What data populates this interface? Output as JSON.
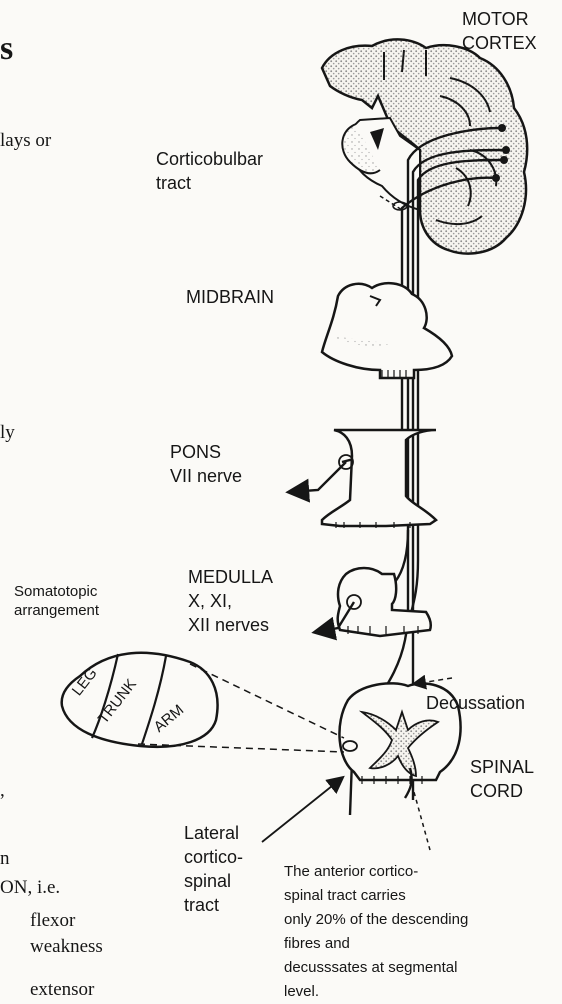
{
  "left_column": {
    "heading_fragment": "s",
    "lines": [
      "lays or",
      "ly",
      ",",
      "n",
      "ON, i.e.",
      "flexor",
      "weakness",
      "extensor"
    ]
  },
  "labels": {
    "motor_cortex": [
      "MOTOR",
      "CORTEX"
    ],
    "corticobulbar": [
      "Corticobulbar",
      "tract"
    ],
    "midbrain": "MIDBRAIN",
    "pons": [
      "PONS",
      "VII nerve"
    ],
    "medulla": [
      "MEDULLA",
      "X, XI,",
      "XII nerves"
    ],
    "somatotopic": [
      "Somatotopic",
      "arrangement"
    ],
    "somatotopic_regions": [
      "LEG",
      "TRUNK",
      "ARM"
    ],
    "decussation": "Decussation",
    "spinal_cord": [
      "SPINAL",
      "CORD"
    ],
    "lateral_tract": [
      "Lateral",
      "cortico-",
      "spinal",
      "tract"
    ],
    "anterior_note": [
      "The anterior cortico-",
      "spinal tract carries",
      "only 20% of the descending",
      "fibres and",
      "decusssates at segmental",
      "level."
    ]
  }
}
